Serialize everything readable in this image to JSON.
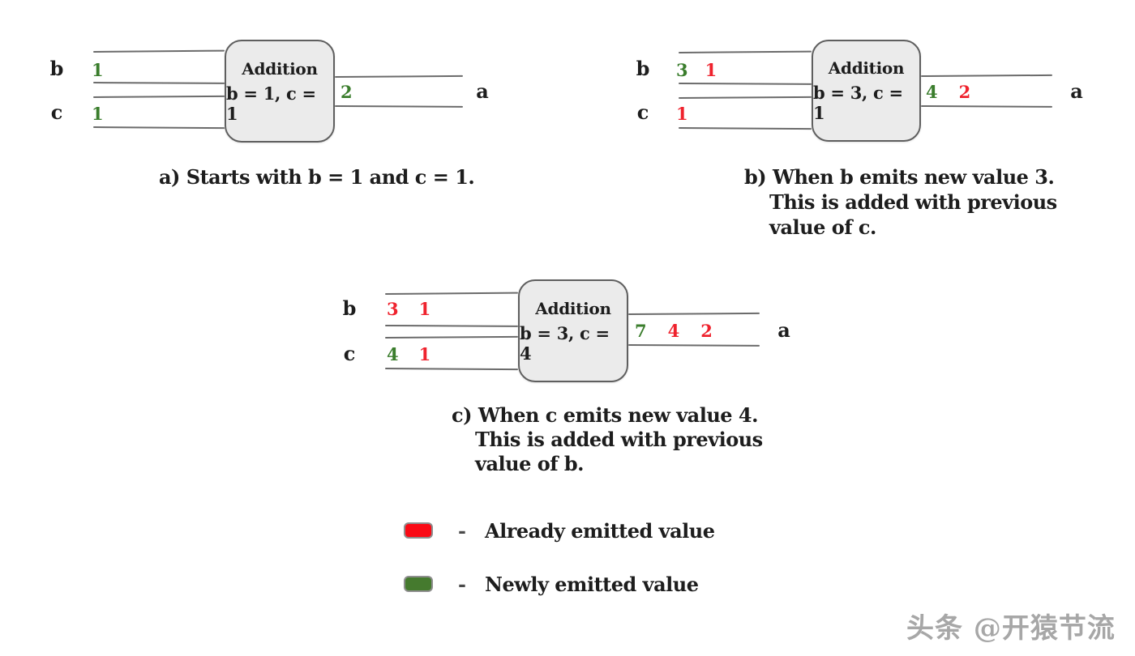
{
  "colors": {
    "green": "#3a7d2c",
    "red": "#ef222d",
    "legend_red": "#fa0a15",
    "legend_green": "#457a2e",
    "line": "#6b6b6b",
    "box_fill": "#ebebeb",
    "box_border": "#5f5f5f",
    "text": "#1d1d1d",
    "watermark": "#a7a7a7"
  },
  "panels": [
    {
      "name": "a",
      "input_top_label": "b",
      "input_bottom_label": "c",
      "output_label": "a",
      "box": {
        "title": "Addition",
        "state": "b = 1, c = 1"
      },
      "top_values": [
        {
          "text": "1",
          "color": "green"
        }
      ],
      "bottom_values": [
        {
          "text": "1",
          "color": "green"
        }
      ],
      "output_values": [
        {
          "text": "2",
          "color": "green"
        }
      ],
      "caption": [
        "a) Starts with b = 1 and c = 1."
      ]
    },
    {
      "name": "b",
      "input_top_label": "b",
      "input_bottom_label": "c",
      "output_label": "a",
      "box": {
        "title": "Addition",
        "state": "b = 3, c = 1"
      },
      "top_values": [
        {
          "text": "3",
          "color": "green"
        },
        {
          "text": "1",
          "color": "red"
        }
      ],
      "bottom_values": [
        {
          "text": "1",
          "color": "red"
        }
      ],
      "output_values": [
        {
          "text": "4",
          "color": "green"
        },
        {
          "text": "2",
          "color": "red"
        }
      ],
      "caption": [
        "b) When b emits new value 3.",
        "This is added with previous",
        "value of c."
      ]
    },
    {
      "name": "c",
      "input_top_label": "b",
      "input_bottom_label": "c",
      "output_label": "a",
      "box": {
        "title": "Addition",
        "state": "b = 3, c = 4"
      },
      "top_values": [
        {
          "text": "3",
          "color": "red"
        },
        {
          "text": "1",
          "color": "red"
        }
      ],
      "bottom_values": [
        {
          "text": "4",
          "color": "green"
        },
        {
          "text": "1",
          "color": "red"
        }
      ],
      "output_values": [
        {
          "text": "7",
          "color": "green"
        },
        {
          "text": "4",
          "color": "red"
        },
        {
          "text": "2",
          "color": "red"
        }
      ],
      "caption": [
        "c) When c emits new value 4.",
        "This is added with previous",
        "value of b."
      ]
    }
  ],
  "legend": {
    "items": [
      {
        "swatch": "legend_red",
        "dash": "-",
        "label": "Already emitted value"
      },
      {
        "swatch": "legend_green",
        "dash": "-",
        "label": "Newly emitted value"
      }
    ]
  },
  "watermark": "头条 @开猿节流"
}
